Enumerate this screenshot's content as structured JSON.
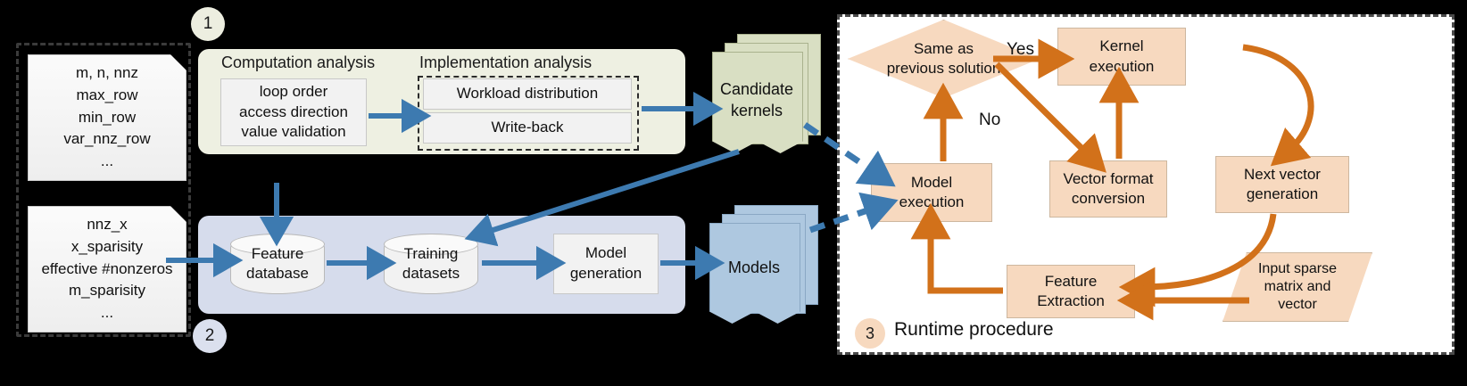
{
  "diagram": {
    "title": "SpMV auto-tuning framework overview",
    "colors": {
      "green_panel": "#eef0e2",
      "blue_panel": "#d6dcec",
      "kernel_sheet": "#d9dfc3",
      "model_sheet": "#aec8e0",
      "runtime_box": "#f7d9bf",
      "blue_arrow": "#3d7ab0",
      "orange_arrow": "#d2711a"
    }
  },
  "inputs": {
    "matrix_features_doc": {
      "name": "matrix-features-document",
      "lines": [
        "m, n, nnz",
        "max_row",
        "min_row",
        "var_nnz_row",
        "..."
      ]
    },
    "vector_features_doc": {
      "name": "vector-features-document",
      "lines": [
        "nnz_x",
        "x_sparisity",
        "effective #nonzeros",
        "m_sparisity",
        "..."
      ]
    }
  },
  "section1": {
    "badge": "1",
    "computation_analysis": {
      "caption": "Computation analysis",
      "items": [
        "loop order",
        "access direction",
        "value validation"
      ]
    },
    "implementation_analysis": {
      "caption": "Implementation analysis",
      "items": [
        "Workload distribution",
        "Write-back"
      ]
    },
    "output_stack": {
      "label_line1": "Candidate",
      "label_line2": "kernels"
    }
  },
  "section2": {
    "badge": "2",
    "nodes": [
      {
        "line1": "Feature",
        "line2": "database"
      },
      {
        "line1": "Training",
        "line2": "datasets"
      },
      {
        "line1": "Model",
        "line2": "generation"
      }
    ],
    "output_stack": {
      "label": "Models"
    }
  },
  "section3": {
    "badge": "3",
    "title": "Runtime procedure",
    "decision": {
      "line1": "Same as",
      "line2": "previous solution"
    },
    "edge_labels": {
      "yes": "Yes",
      "no": "No"
    },
    "boxes": {
      "kernel_execution": {
        "line1": "Kernel",
        "line2": "execution"
      },
      "model_execution": {
        "line1": "Model",
        "line2": "execution"
      },
      "vector_format_conversion": {
        "line1": "Vector format",
        "line2": "conversion"
      },
      "next_vector_generation": {
        "line1": "Next  vector",
        "line2": "generation"
      },
      "feature_extraction": {
        "line1": "Feature",
        "line2": "Extraction"
      },
      "input_sparse": {
        "line1": "Input sparse",
        "line2": "matrix and",
        "line3": "vector"
      }
    }
  }
}
